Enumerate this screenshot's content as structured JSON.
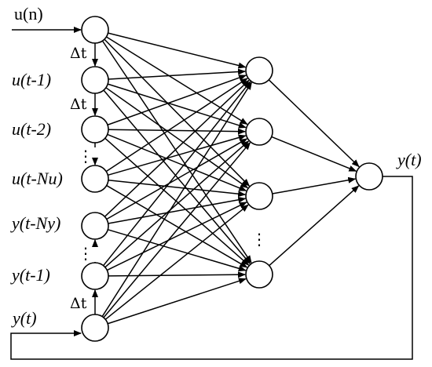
{
  "labels": {
    "u_n": "u(n)",
    "u_t1": "u(t-1)",
    "u_t2": "u(t-2)",
    "u_tnu": "u(t-Nu)",
    "y_tny": "y(t-Ny)",
    "y_t1": "y(t-1)",
    "y_t_in": "y(t)",
    "y_t_out": "y(t)"
  },
  "delay": {
    "symbol": "Δt"
  },
  "ellipsis": "⋮",
  "colors": {
    "stroke": "#000000",
    "node_fill": "#ffffff",
    "background": "#ffffff"
  }
}
